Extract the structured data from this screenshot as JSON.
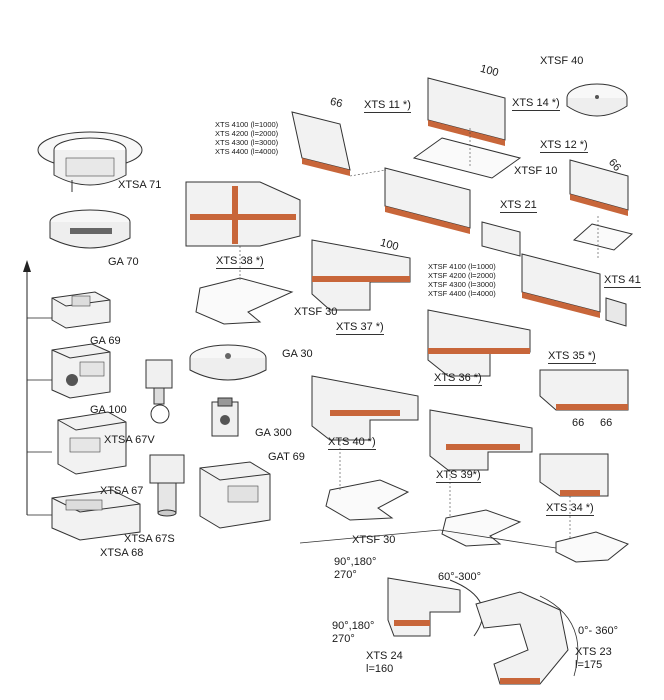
{
  "colors": {
    "accent": "#c8663a",
    "line": "#2a2a2a",
    "fill": "#f2f2f2",
    "dark": "#3a3a3a"
  },
  "labels": {
    "xtsa71": "XTSA 71",
    "ga70": "GA 70",
    "ga69": "GA 69",
    "ga100": "GA 100",
    "xtsa67": "XTSA 67",
    "xtsa68": "XTSA 68",
    "xtsa67v": "XTSA 67V",
    "xtsa67s": "XTSA 67S",
    "ga30": "GA 30",
    "ga300": "GA 300",
    "gat69": "GAT 69",
    "xtsf40": "XTSF 40",
    "xts11": "XTS 11 *)",
    "xts14": "XTS 14 *)",
    "xts12": "XTS 12 *)",
    "xtsf10": "XTSF 10",
    "xts21": "XTS 21",
    "xts41": "XTS 41",
    "xts38": "XTS 38 *)",
    "xtsf30_a": "XTSF 30",
    "xts37": "XTS 37 *)",
    "xts36": "XTS 36 *)",
    "xts35": "XTS 35 *)",
    "xts40": "XTS 40 *)",
    "xts39": "XTS 39*)",
    "xts34": "XTS 34 *)",
    "xtsf30_b": "XTSF 30",
    "xts24": "XTS 24",
    "xts24_len": "l=160",
    "xts23": "XTS 23",
    "xts23_len": "l=175"
  },
  "dimensions": {
    "dim66_a": "66",
    "dim100_a": "100",
    "dim66_b": "66",
    "dim100_b": "100",
    "dim66_c": "66",
    "dim66_d": "66"
  },
  "angles": {
    "a1": "90°,180°\n270°",
    "a2": "60°-300°",
    "a3": "90°,180°\n270°",
    "a4": "0°- 360°"
  },
  "lengths_left": "XTS 4100 (l=1000)\nXTS 4200 (l=2000)\nXTS 4300 (l=3000)\nXTS 4400 (l=4000)",
  "lengths_right": "XTSF 4100 (l=1000)\nXTSF 4200 (l=2000)\nXTSF 4300 (l=3000)\nXTSF 4400 (l=4000)"
}
